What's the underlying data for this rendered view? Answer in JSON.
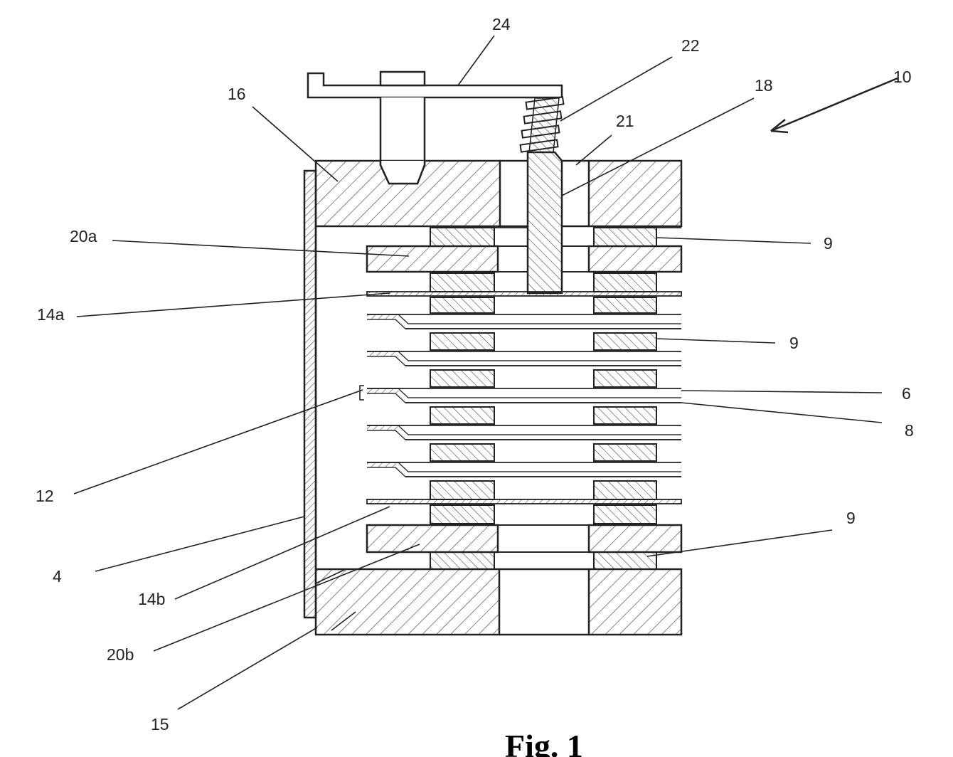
{
  "labels": {
    "l24": "24",
    "l22": "22",
    "l18": "18",
    "l10": "10",
    "l16": "16",
    "l21": "21",
    "l20a": "20a",
    "l9_top": "9",
    "l14a": "14a",
    "l9_mid": "9",
    "l6": "6",
    "l8": "8",
    "l12": "12",
    "l9_bot": "9",
    "l4": "4",
    "l14b": "14b",
    "l20b": "20b",
    "l15": "15"
  },
  "caption": "Fig. 1",
  "colors": {
    "ink": "#222222",
    "background": "#ffffff"
  }
}
